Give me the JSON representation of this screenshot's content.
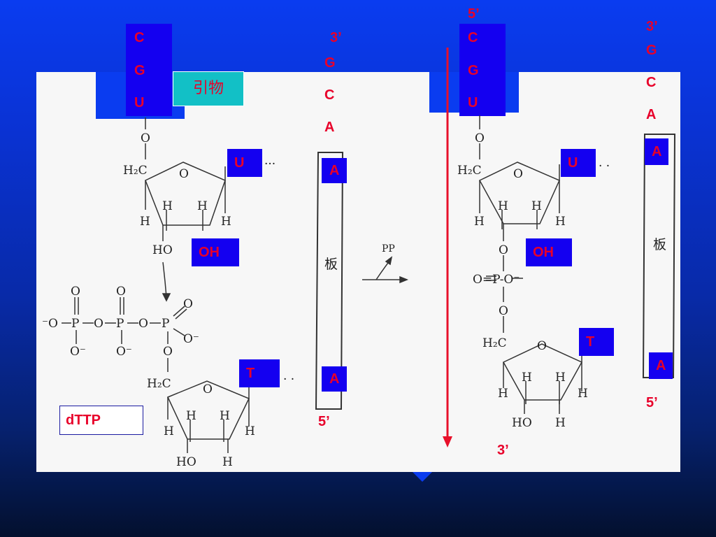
{
  "left_panel": {
    "primer_strand": [
      "C",
      "G",
      "U"
    ],
    "primer_label": "引物",
    "template_top_label": "3’",
    "template_above": [
      "G",
      "C",
      "A"
    ],
    "template_box_top": "A",
    "template_box_bottom": "A",
    "template_bottom_label": "5’",
    "base_u": "U",
    "base_t": "T",
    "hydroxyl": "OH",
    "dttp_label": "dTTP",
    "template_char": "板",
    "arrow_label": "PP",
    "chem": {
      "O": "O",
      "H2C": "H₂C",
      "H": "H",
      "HO": "HO",
      "O_minus": "O⁻",
      "minus_O": "⁻O",
      "P": "P",
      "dots": "···",
      "dots2": "· ·"
    }
  },
  "right_panel": {
    "top_5_label": "5’",
    "primer_strand": [
      "C",
      "G",
      "U"
    ],
    "template_top_label": "3’",
    "template_above": [
      "G",
      "C",
      "A"
    ],
    "template_box_top": "A",
    "template_box_bottom": "A",
    "template_bottom_label": "5’",
    "strand_bottom_label": "3’",
    "base_u": "U",
    "base_t": "T",
    "hydroxyl": "OH",
    "template_char": "板",
    "phosphate": "O=P-O⁻"
  },
  "colors": {
    "label_red": "#e8002a",
    "base_blue": "#1400f0",
    "primer_cyan": "#12c0c6",
    "arrow_red": "#e8102a"
  }
}
